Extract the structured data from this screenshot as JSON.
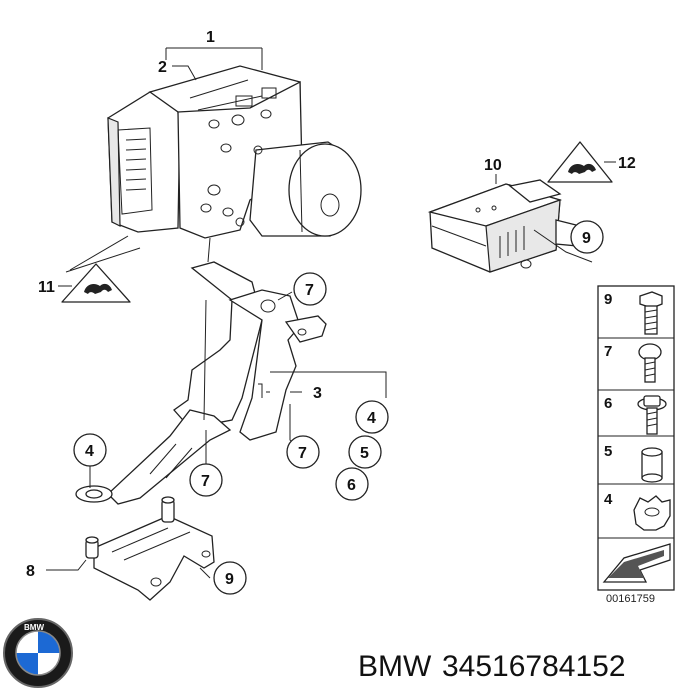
{
  "diagram": {
    "callouts": {
      "c1": "1",
      "c2": "2",
      "c3": "3",
      "c4a": "4",
      "c4b": "4",
      "c5": "5",
      "c6": "6",
      "c7a": "7",
      "c7b": "7",
      "c7c": "7",
      "c8": "8",
      "c9a": "9",
      "c9b": "9",
      "c10": "10",
      "c11": "11",
      "c12": "12"
    },
    "legend": {
      "items": [
        "9",
        "7",
        "6",
        "5",
        "4"
      ]
    },
    "reference_number": "00161759"
  },
  "footer": {
    "brand": "BMW",
    "part_number": "34516784152",
    "logo_text": "BMW"
  },
  "colors": {
    "line": "#222222",
    "background": "#ffffff",
    "logo_blue": "#1c69d4"
  }
}
